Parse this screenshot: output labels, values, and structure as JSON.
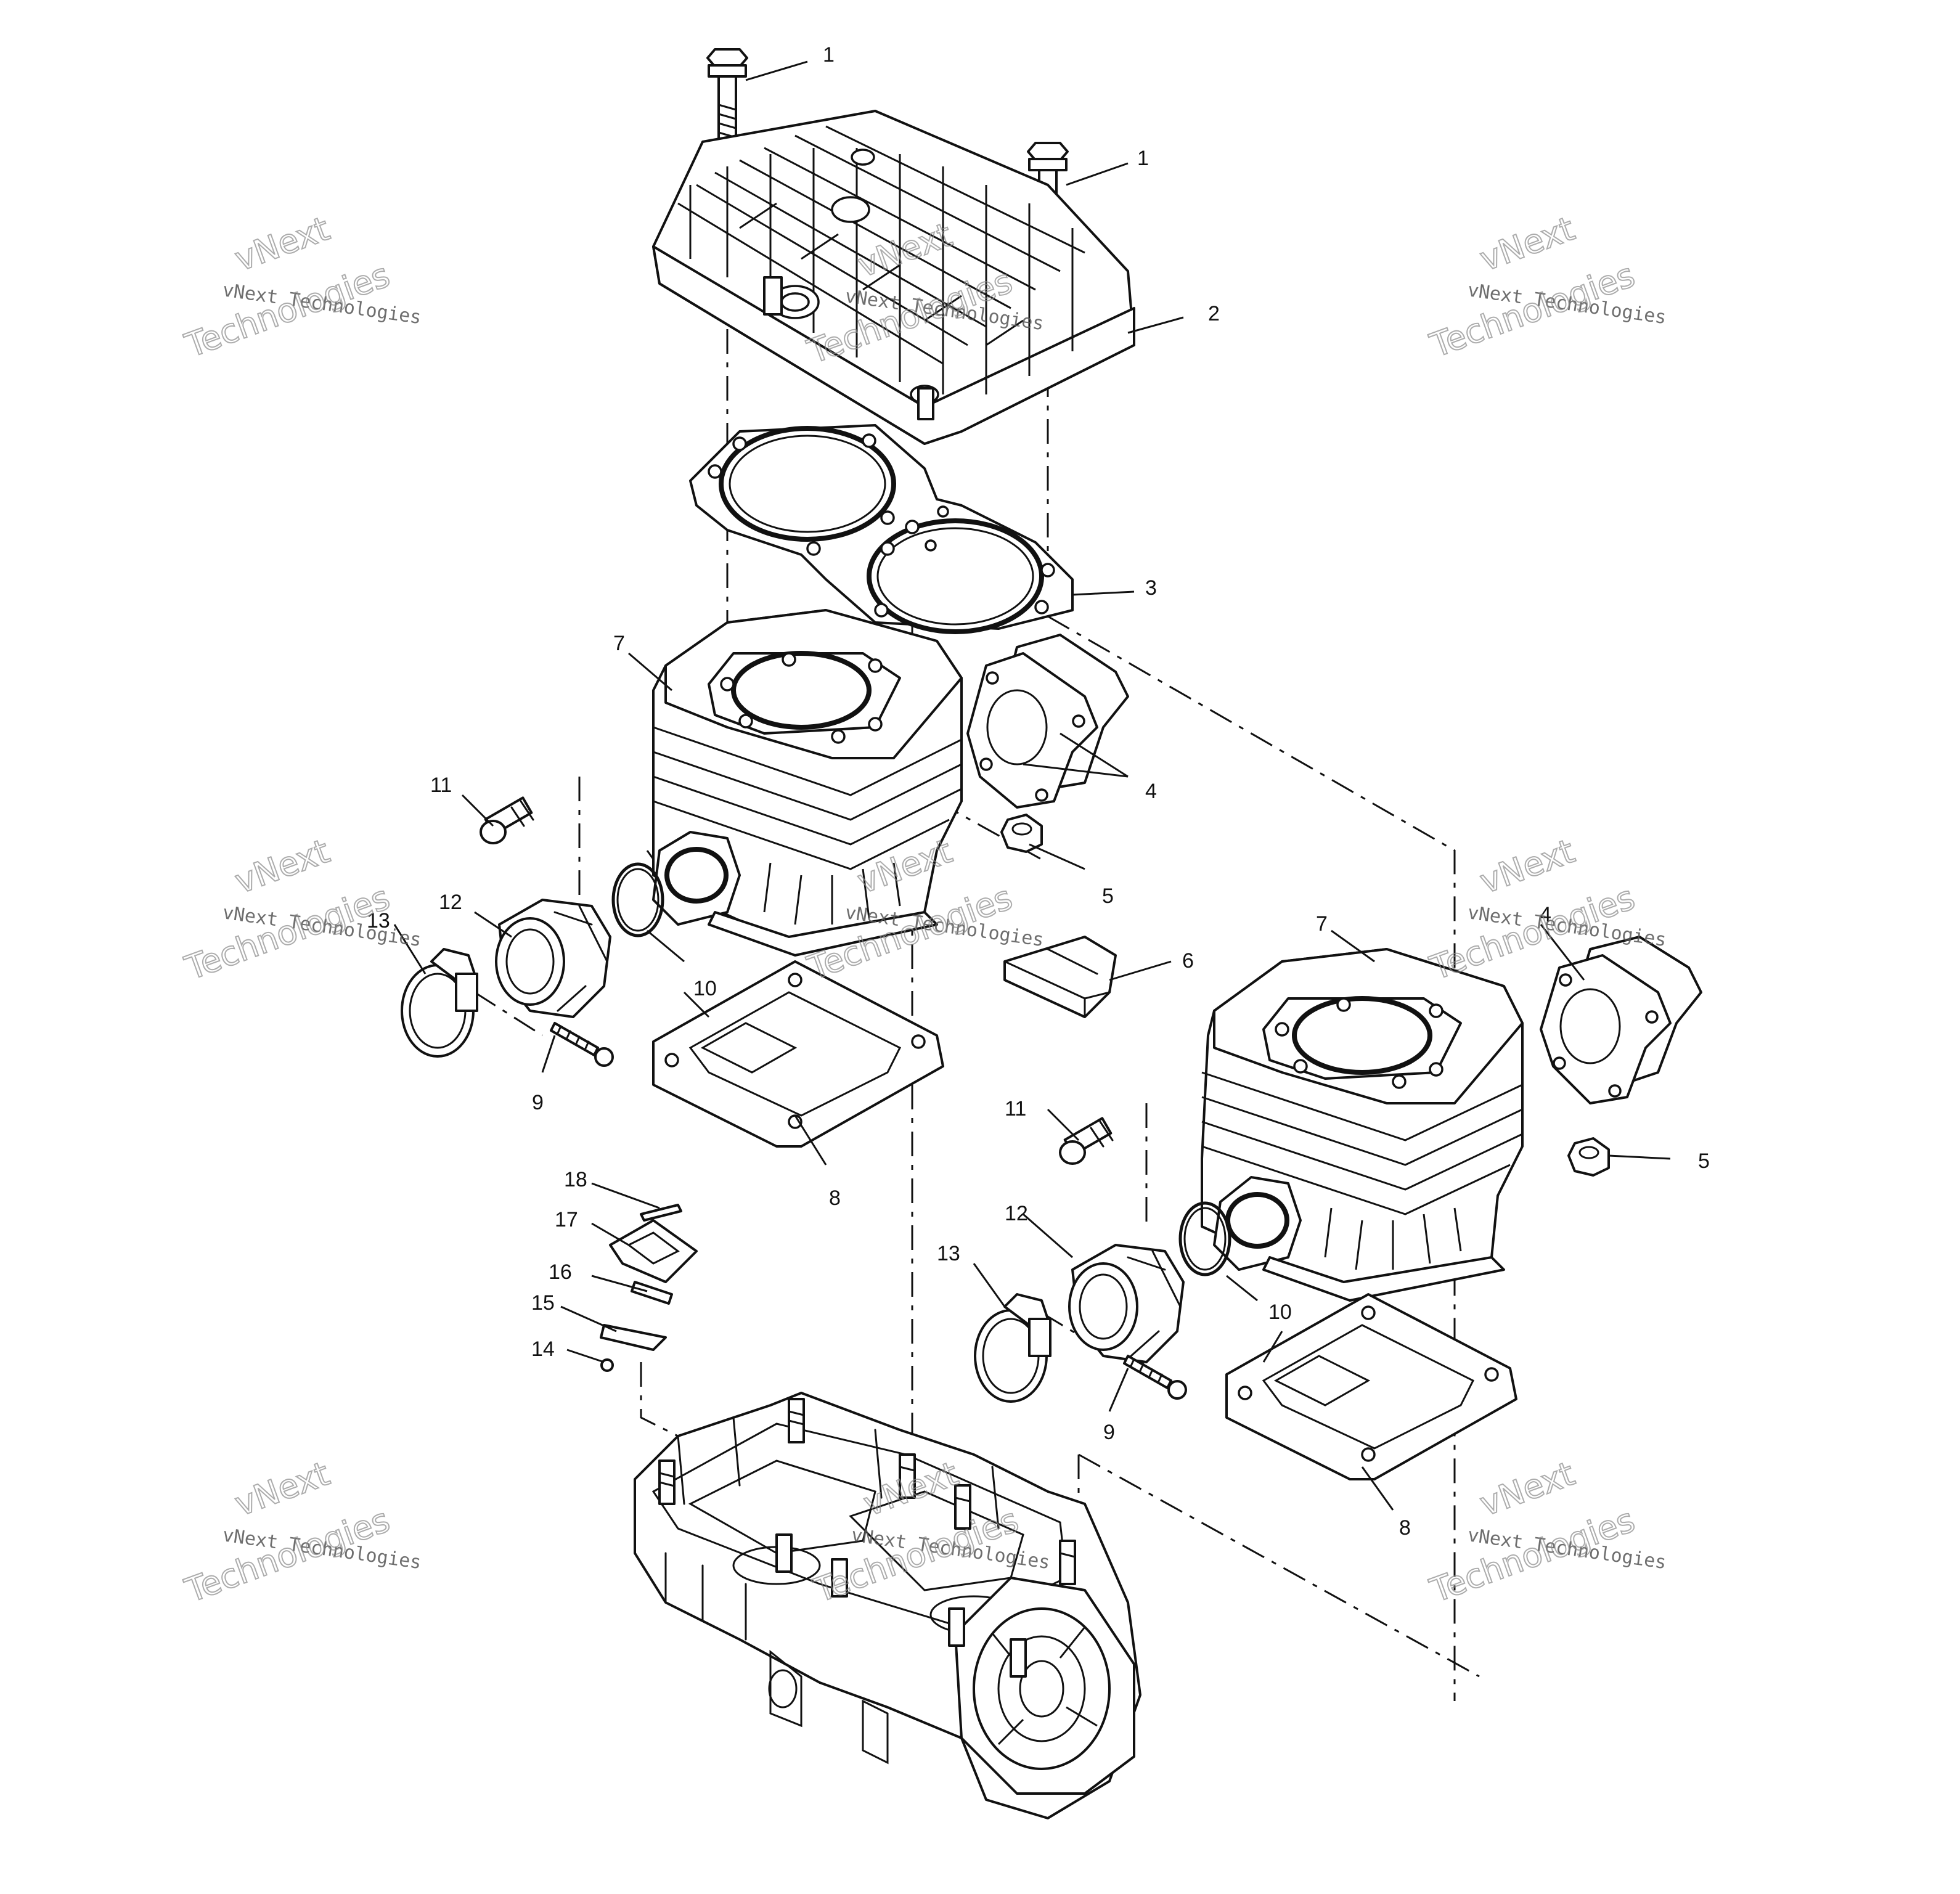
{
  "callouts": {
    "c1a": "1",
    "c1b": "1",
    "c2": "2",
    "c3": "3",
    "c4a": "4",
    "c4b": "4",
    "c5a": "5",
    "c5b": "5",
    "c6": "6",
    "c7a": "7",
    "c7b": "7",
    "c8a": "8",
    "c8b": "8",
    "c9a": "9",
    "c9b": "9",
    "c10a": "10",
    "c10b": "10",
    "c11a": "11",
    "c11b": "11",
    "c12a": "12",
    "c12b": "12",
    "c13a": "13",
    "c13b": "13",
    "c14": "14",
    "c15": "15",
    "c16": "16",
    "c17": "17",
    "c18": "18"
  },
  "watermark": {
    "line1": "vNext",
    "line2": "vNext Technologies",
    "line3": "Technologies"
  }
}
